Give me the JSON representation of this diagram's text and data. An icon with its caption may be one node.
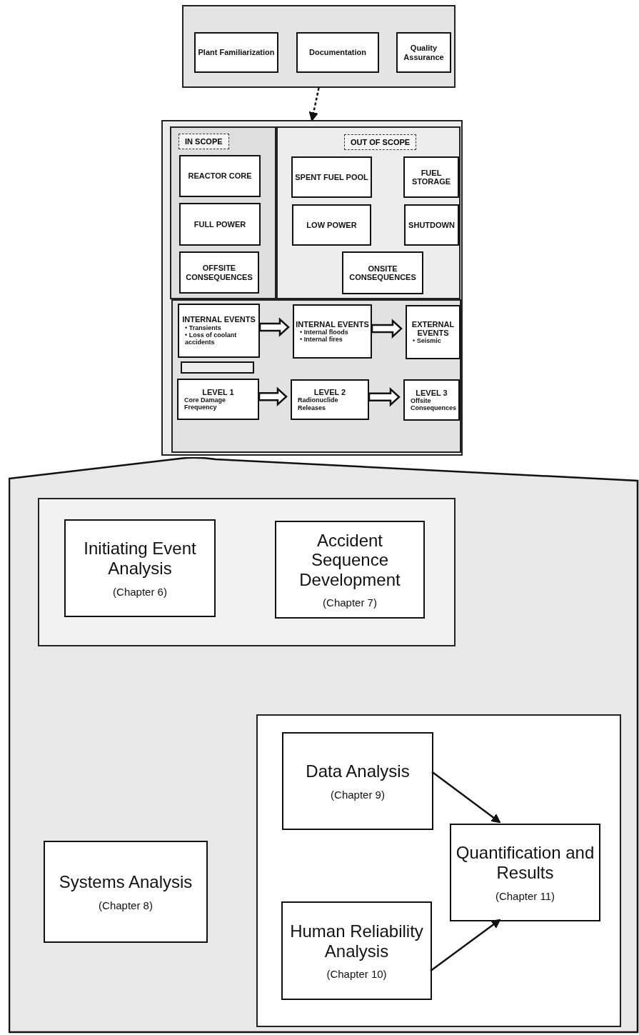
{
  "diagram": {
    "nodes": [
      {
        "text": [],
        "shape": "box"
      },
      {
        "text": [
          "Plant Familiarization"
        ],
        "in": 0
      },
      {
        "text": [
          "Documentation"
        ],
        "in": 0
      },
      {
        "text": [
          "Quality Assurance"
        ],
        "in": 0
      },
      {
        "text": [],
        "shape": "box"
      },
      {
        "text": [
          "IN SCOPE"
        ],
        "in": 4
      },
      {
        "text": [
          "REACTOR CORE"
        ],
        "in": 5
      },
      {
        "text": [
          "FULL POWER"
        ],
        "in": 5
      },
      {
        "text": [
          "OFFSITE CONSEQUENCES"
        ],
        "in": 5
      },
      {
        "text": [
          "OUT OF SCOPE"
        ],
        "in": 4
      },
      {
        "text": [
          "SPENT FUEL POOL"
        ],
        "in": 9
      },
      {
        "text": [
          "FUEL STORAGE"
        ],
        "in": 9
      },
      {
        "text": [
          "LOW POWER"
        ],
        "in": 9
      },
      {
        "text": [
          "SHUTDOWN"
        ],
        "in": 9
      },
      {
        "text": [
          "ONSITE CONSEQUENCES"
        ],
        "in": 9
      },
      {
        "text": [],
        "shape": "box",
        "in": 4
      },
      {
        "text": [
          "INTERNAL EVENTS",
          "• Transients",
          "• Loss of coolant accidents"
        ],
        "in": 15
      },
      {
        "text": [
          "INTERNAL EVENTS",
          "• Internal floods",
          "• Internal fires"
        ],
        "in": 15
      },
      {
        "text": [
          "EXTERNAL EVENTS",
          "• Seismic"
        ],
        "in": 15
      },
      {
        "text": [],
        "shape": "box",
        "in": 15
      },
      {
        "text": [
          "LEVEL 1",
          "Core Damage Frequency"
        ],
        "in": 15
      },
      {
        "text": [
          "LEVEL 2",
          "Radionuclide Releases"
        ],
        "in": 15
      },
      {
        "text": [
          "LEVEL 3",
          "Offsite Consequences"
        ],
        "in": 15
      },
      {
        "text": [],
        "shape": "box"
      },
      {
        "text": [],
        "shape": "box",
        "in": 23
      },
      {
        "text": [
          "Initiating Event Analysis",
          "(Chapter 6)"
        ],
        "in": 24
      },
      {
        "text": [
          "Accident Sequence Development",
          "(Chapter 7)"
        ],
        "in": 24
      },
      {
        "text": [
          "Systems Analysis",
          "(Chapter 8)"
        ],
        "in": 23
      },
      {
        "text": [],
        "shape": "box",
        "in": 23
      },
      {
        "text": [
          "Data Analysis",
          "(Chapter 9)"
        ],
        "in": 28
      },
      {
        "text": [
          "Quantification and Results",
          "(Chapter 11)"
        ],
        "in": 28
      },
      {
        "text": [
          "Human Reliability Analysis",
          "(Chapter 10)"
        ],
        "in": 28
      }
    ],
    "edges": [
      {
        "from": 0,
        "to": 4,
        "arrow": "to",
        "style": "dashed"
      },
      {
        "from": 16,
        "to": 17,
        "arrow": "to"
      },
      {
        "from": 17,
        "to": 18,
        "arrow": "to"
      },
      {
        "from": 20,
        "to": 21,
        "arrow": "to"
      },
      {
        "from": 21,
        "to": 22,
        "arrow": "to"
      },
      {
        "from": 29,
        "to": 30,
        "arrow": "to"
      },
      {
        "from": 31,
        "to": 30,
        "arrow": "to"
      }
    ]
  }
}
